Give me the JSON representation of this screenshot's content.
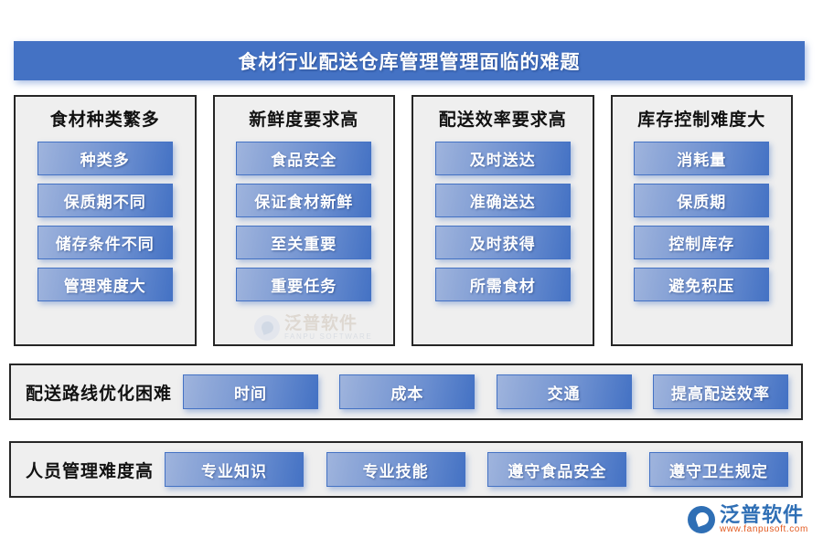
{
  "header": {
    "title": "食材行业配送仓库管理管理面临的难题",
    "bar_color": "#4472C4"
  },
  "columns": [
    {
      "heading": "食材种类繁多",
      "items": [
        "种类多",
        "保质期不同",
        "储存条件不同",
        "管理难度大"
      ]
    },
    {
      "heading": "新鲜度要求高",
      "items": [
        "食品安全",
        "保证食材新鲜",
        "至关重要",
        "重要任务"
      ]
    },
    {
      "heading": "配送效率要求高",
      "items": [
        "及时送达",
        "准确送达",
        "及时获得",
        "所需食材"
      ]
    },
    {
      "heading": "库存控制难度大",
      "items": [
        "消耗量",
        "保质期",
        "控制库存",
        "避免积压"
      ]
    }
  ],
  "rows": [
    {
      "heading": "配送路线优化困难",
      "items": [
        "时间",
        "成本",
        "交通",
        "提高配送效率"
      ]
    },
    {
      "heading": "人员管理难度高",
      "items": [
        "专业知识",
        "专业技能",
        "遵守食品安全",
        "遵守卫生规定"
      ]
    }
  ],
  "watermark": {
    "cn": "泛普软件",
    "en": "FANPU SOFTWARE"
  },
  "logo": {
    "cn": "泛普软件",
    "url": "www.fanpusoft.com",
    "brand_color": "#2F6FB5",
    "url_color": "#E2591F"
  },
  "palette": {
    "card_bg": "#EFEFEF",
    "card_border": "#262626",
    "pill_blue": "#4472C4",
    "pill_light": "#9FB4DD"
  }
}
